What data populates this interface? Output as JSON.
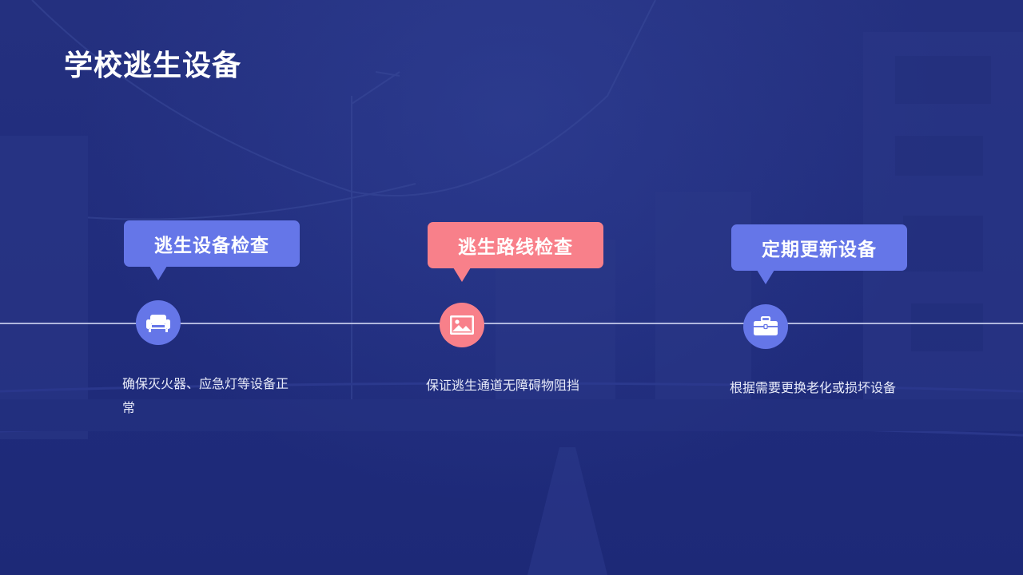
{
  "slide": {
    "title": "学校逃生设备"
  },
  "steps": [
    {
      "label": "逃生设备检查",
      "description": "确保灭火器、应急灯等设备正常",
      "icon": "armchair-icon",
      "color": "#6576e8"
    },
    {
      "label": "逃生路线检查",
      "description": "保证逃生通道无障碍物阻挡",
      "icon": "image-icon",
      "color": "#f8808a"
    },
    {
      "label": "定期更新设备",
      "description": "根据需要更换老化或损坏设备",
      "icon": "toolbox-icon",
      "color": "#6576e8"
    }
  ],
  "theme": {
    "background": "#1f2a7a",
    "line": "#c9cfee",
    "text": "#ffffff"
  }
}
